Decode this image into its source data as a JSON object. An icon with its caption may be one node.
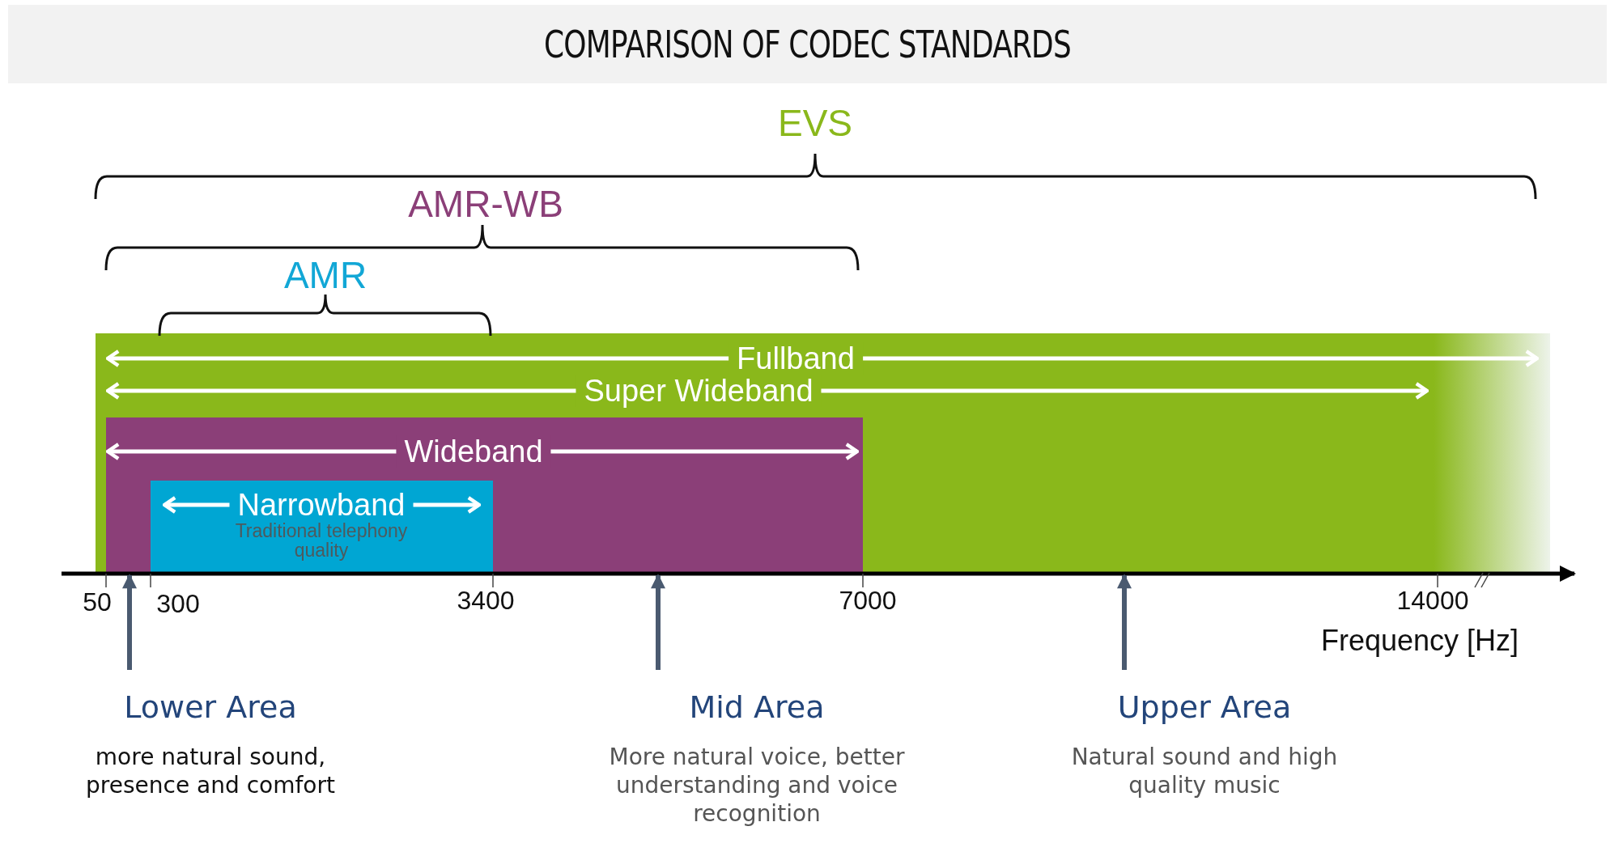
{
  "diagram": {
    "title": "COMPARISON OF CODEC STANDARDS",
    "nodes": [
      {
        "text": [
          "Fullband",
          "Super Wideband"
        ]
      },
      {
        "text": [
          "Wideband"
        ],
        "in": 0
      },
      {
        "text": [
          "Narrowband",
          "Traditional telephony quality"
        ],
        "in": 1
      },
      {
        "text": [
          "Lower Area",
          "more natural sound, presence and comfort"
        ]
      },
      {
        "text": [
          "Mid Area",
          "More natural voice, better understanding and voice recognition"
        ]
      },
      {
        "text": [
          "Upper Area",
          "Natural sound and high quality music"
        ]
      }
    ],
    "edges": [
      {
        "from": 3,
        "to": 2,
        "arrow": "to"
      },
      {
        "from": 4,
        "to": 1,
        "arrow": "to"
      },
      {
        "from": 5,
        "to": 0,
        "arrow": "to"
      }
    ],
    "labels": [
      "EVS",
      "AMR-WB",
      "AMR",
      "50",
      "300",
      "3400",
      "7000",
      "14000",
      "Frequency [Hz]"
    ]
  }
}
